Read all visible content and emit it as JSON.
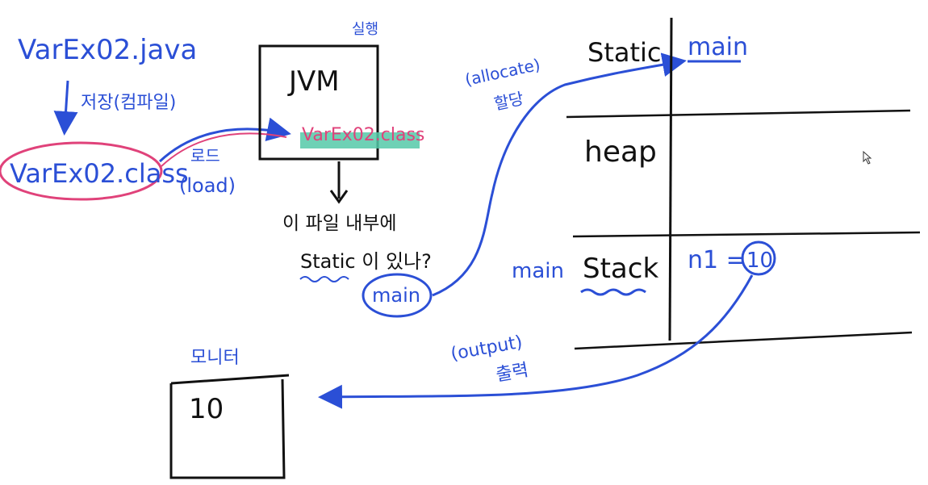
{
  "colors": {
    "ink_blue": "#2b4fd6",
    "ink_black": "#111111",
    "ink_pink": "#e0427a",
    "highlight_teal": "#55c9a8",
    "background": "#ffffff"
  },
  "labels": {
    "source_file": "VarEx02.java",
    "save_compile": "저장(컴파일)",
    "class_file": "VarEx02.class",
    "load_ko": "로드",
    "load_en": "(load)",
    "run": "실행",
    "jvm": "JVM",
    "jvm_class": "VarEx02.class",
    "question_line1": "이 파일 내부에",
    "question_line2": "Static 이 있나?",
    "main_circle": "main",
    "allocate_en": "(allocate)",
    "allocate_ko": "할당",
    "output_en": "(output)",
    "output_ko": "출력",
    "monitor": "모니터",
    "monitor_value": "10"
  },
  "memory": {
    "static_label": "Static",
    "static_entry": "main",
    "heap_label": "heap",
    "stack_label": "Stack",
    "stack_owner": "main",
    "stack_var": "n1 =",
    "stack_value": "10"
  },
  "icons": [
    "mouse-cursor-icon"
  ]
}
